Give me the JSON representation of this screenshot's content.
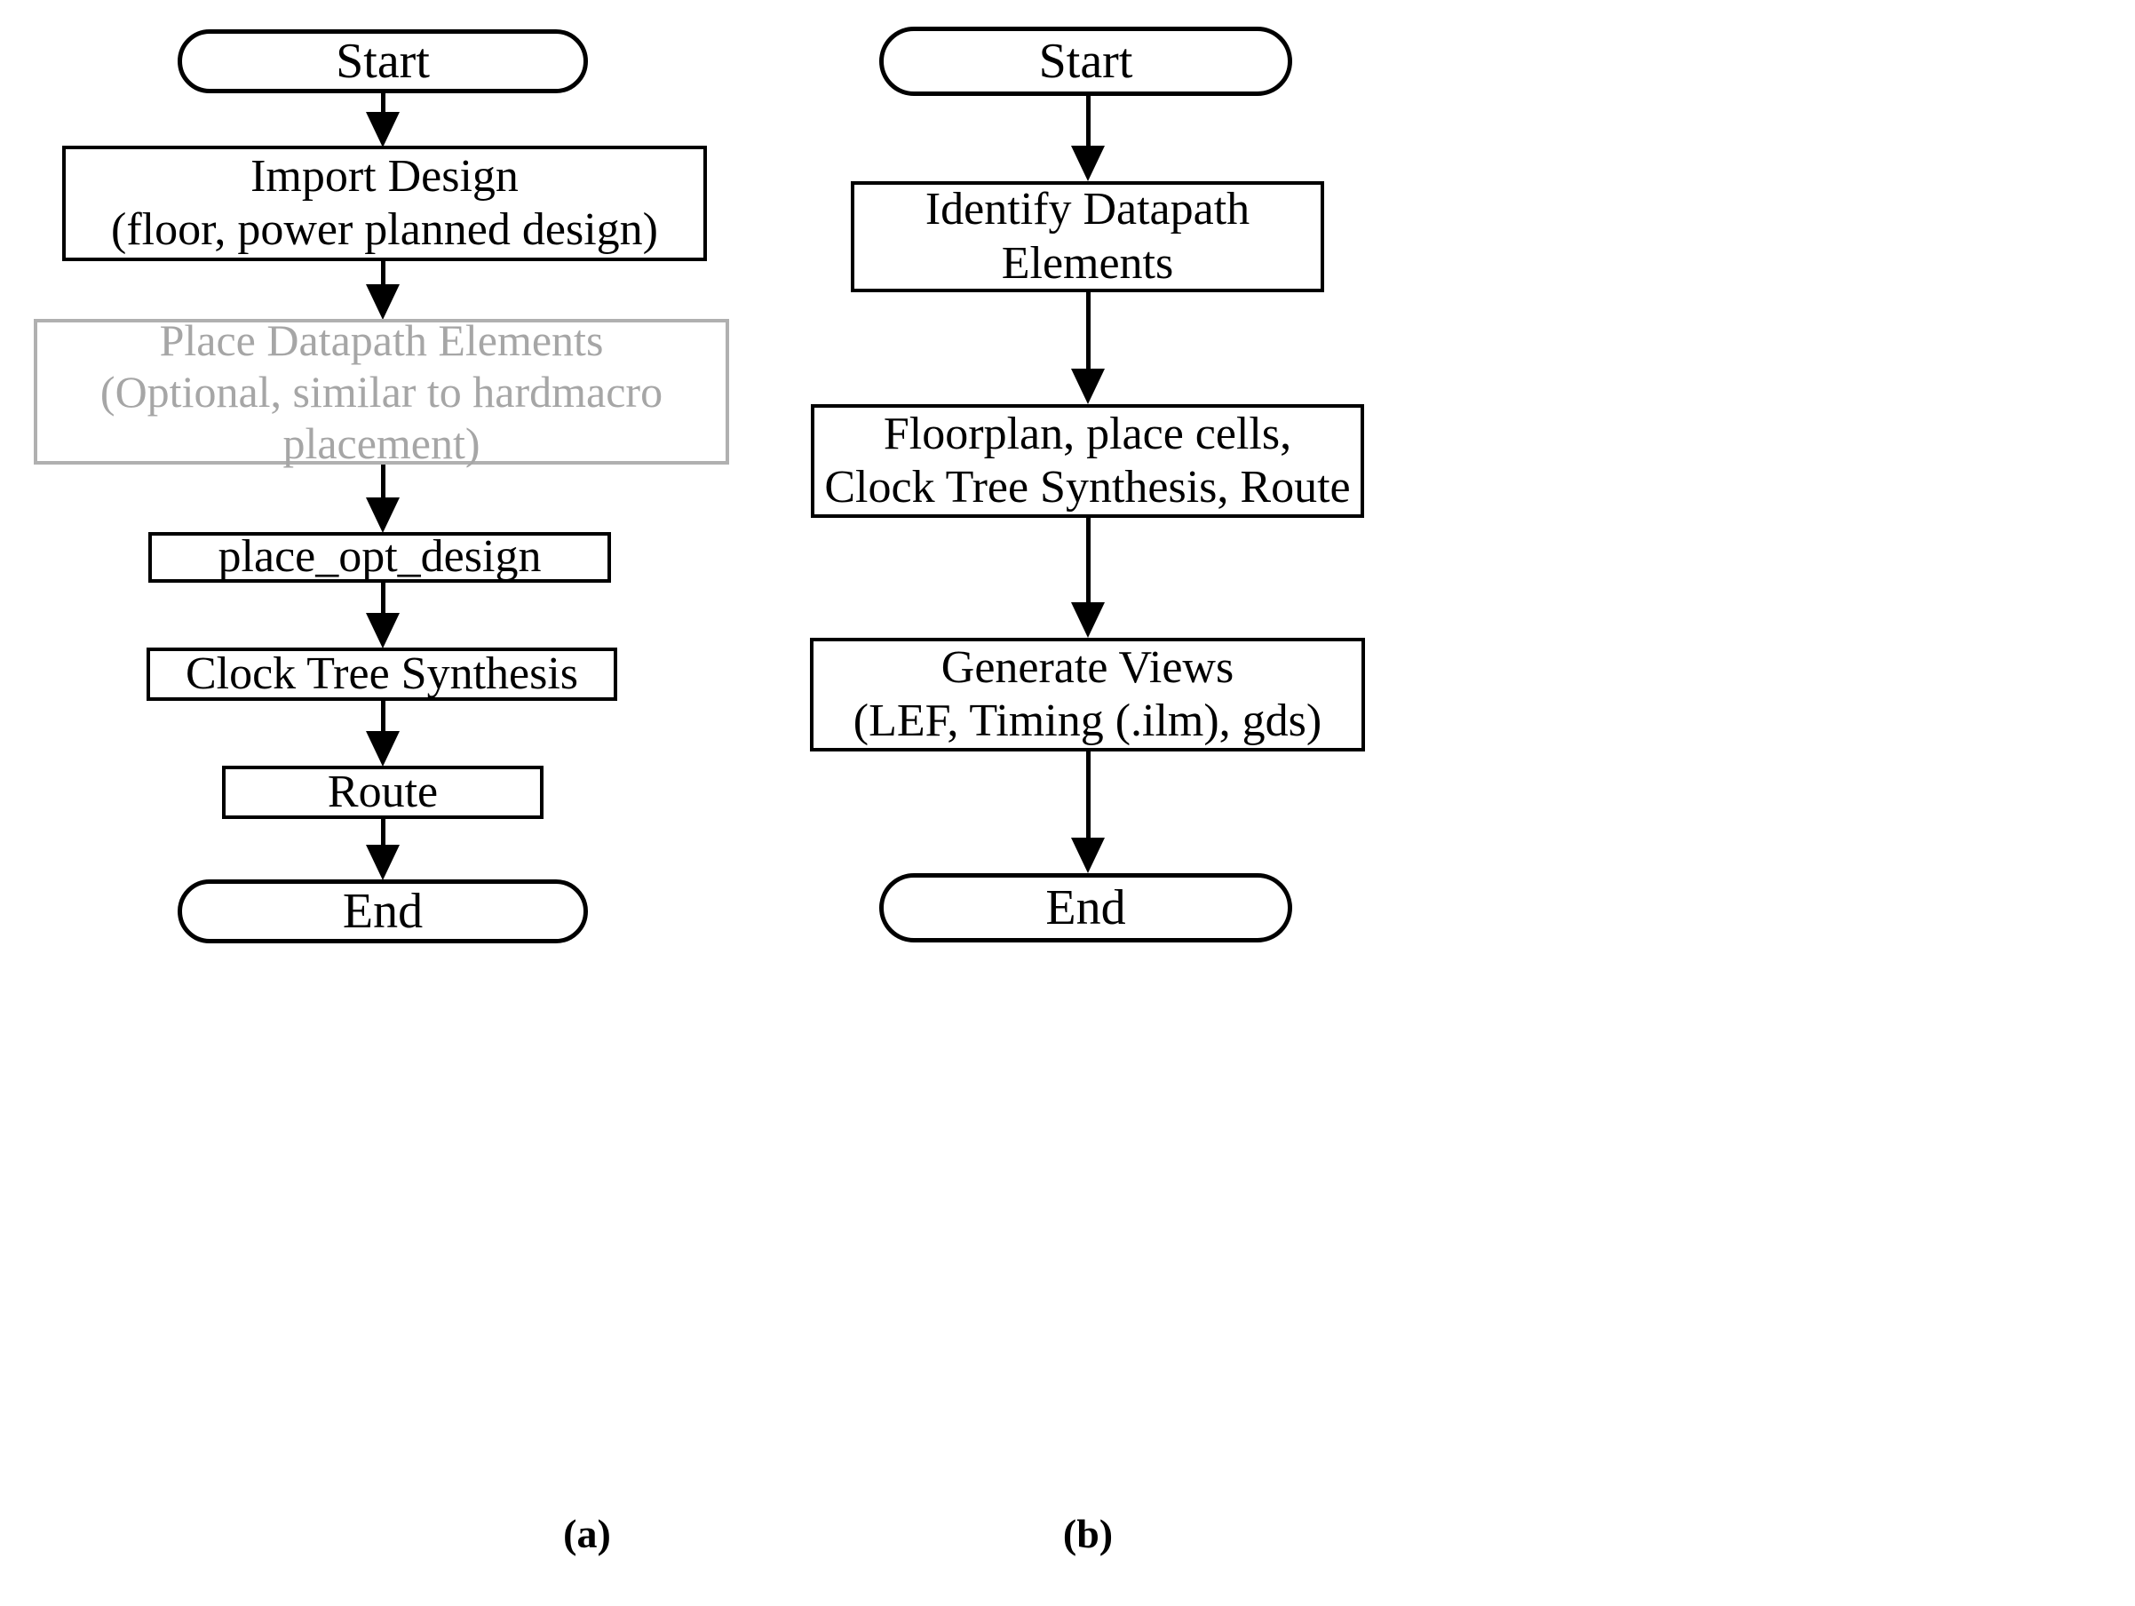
{
  "figure": {
    "type": "flowchart",
    "panels": [
      {
        "id": "a",
        "caption": "(a)",
        "nodes": [
          {
            "key": "start",
            "shape": "terminator",
            "label": "Start",
            "style": "normal"
          },
          {
            "key": "import",
            "shape": "process",
            "label": "Import Design\n(floor, power planned design)",
            "style": "normal"
          },
          {
            "key": "optional",
            "shape": "process",
            "label": "Place Datapath Elements\n(Optional, similar to hardmacro\nplacement)",
            "style": "grayed-out"
          },
          {
            "key": "placeopt",
            "shape": "process",
            "label": "place_opt_design",
            "style": "normal"
          },
          {
            "key": "cts",
            "shape": "process",
            "label": "Clock Tree Synthesis",
            "style": "normal"
          },
          {
            "key": "route",
            "shape": "process",
            "label": "Route",
            "style": "normal"
          },
          {
            "key": "end",
            "shape": "terminator",
            "label": "End",
            "style": "normal"
          }
        ],
        "edges": [
          {
            "from": "start",
            "to": "import"
          },
          {
            "from": "import",
            "to": "optional"
          },
          {
            "from": "optional",
            "to": "placeopt"
          },
          {
            "from": "placeopt",
            "to": "cts"
          },
          {
            "from": "cts",
            "to": "route"
          },
          {
            "from": "route",
            "to": "end"
          }
        ]
      },
      {
        "id": "b",
        "caption": "(b)",
        "nodes": [
          {
            "key": "start",
            "shape": "terminator",
            "label": "Start",
            "style": "normal"
          },
          {
            "key": "ident",
            "shape": "process",
            "label": "Identify Datapath\nElements",
            "style": "normal"
          },
          {
            "key": "floor",
            "shape": "process",
            "label": "Floorplan, place cells,\nClock Tree Synthesis, Route",
            "style": "normal"
          },
          {
            "key": "gen",
            "shape": "process",
            "label": "Generate Views\n(LEF, Timing (.ilm), gds)",
            "style": "normal"
          },
          {
            "key": "end",
            "shape": "terminator",
            "label": "End",
            "style": "normal"
          }
        ],
        "edges": [
          {
            "from": "start",
            "to": "ident"
          },
          {
            "from": "ident",
            "to": "floor"
          },
          {
            "from": "floor",
            "to": "gen"
          },
          {
            "from": "gen",
            "to": "end"
          }
        ]
      }
    ],
    "colors": {
      "stroke": "#000000",
      "background": "#ffffff",
      "grayed_out_stroke": "#b0b0b0",
      "grayed_out_text": "#a6a6a6"
    }
  }
}
